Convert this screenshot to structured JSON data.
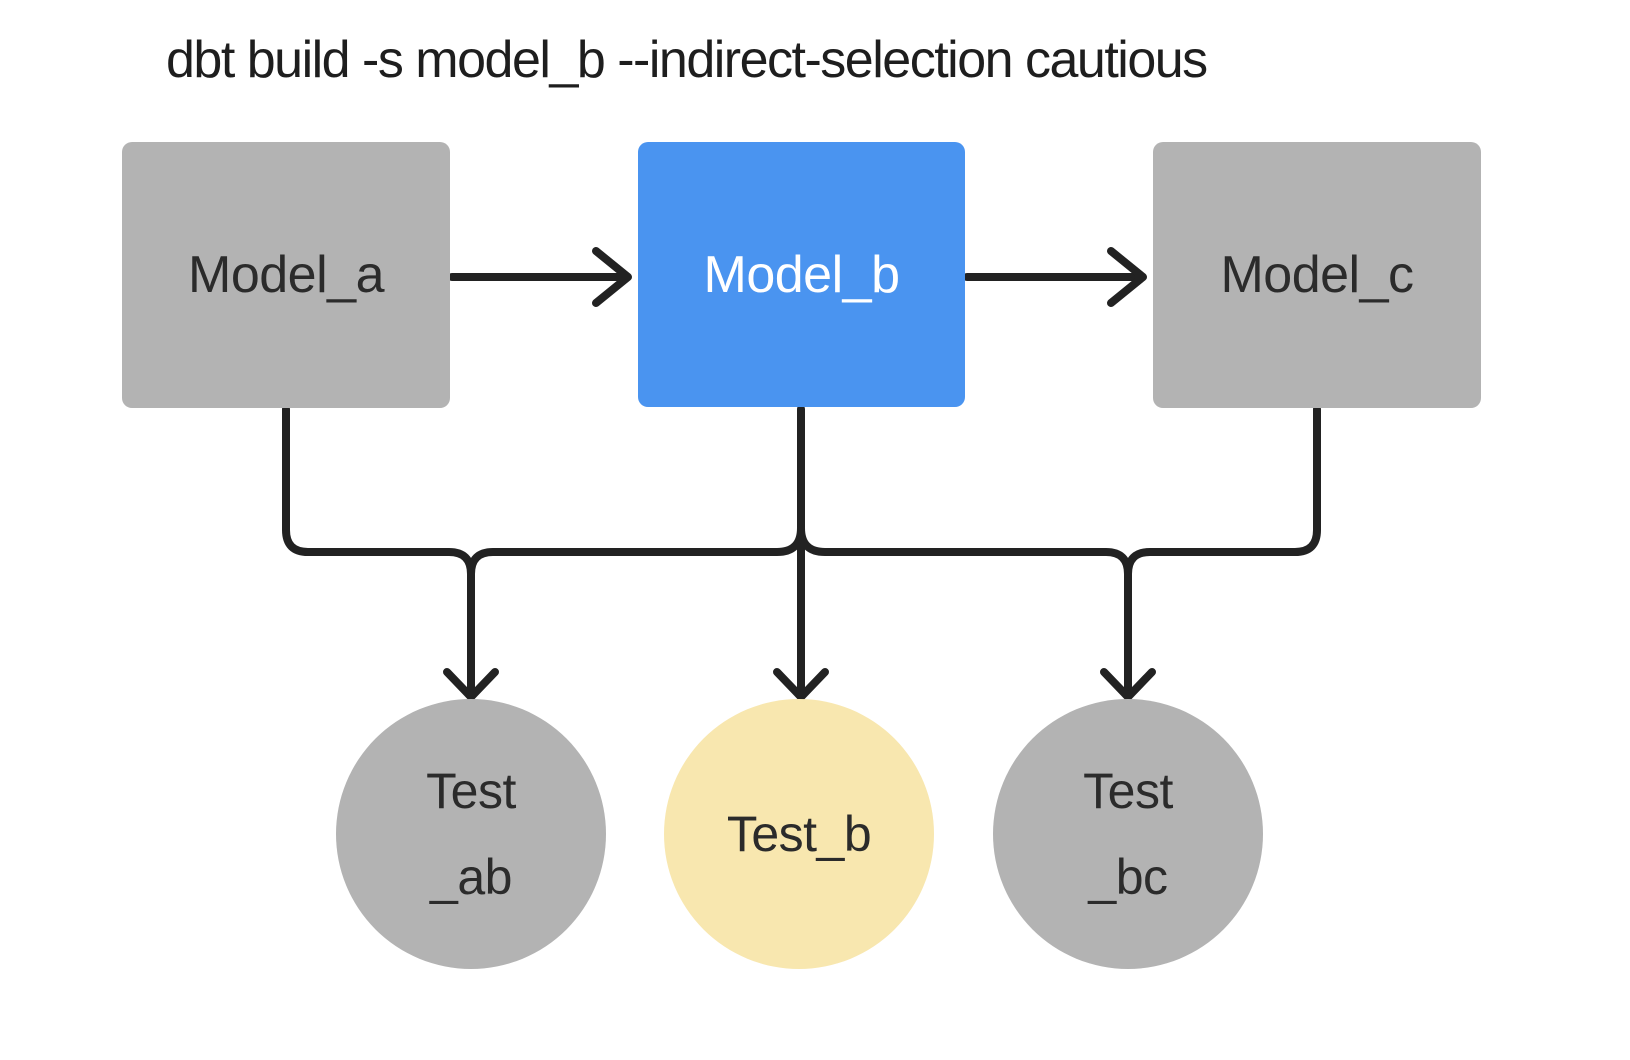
{
  "title": "dbt build -s model_b --indirect-selection cautious",
  "colors": {
    "background": "#ffffff",
    "edge": "#222222",
    "model_default_fill": "#b3b3b3",
    "model_selected_fill": "#4a94f0",
    "test_default_fill": "#b3b3b3",
    "test_selected_fill": "#f8e7af",
    "label_dark": "#2b2b2b",
    "label_light": "#ffffff",
    "title_color": "#1e1e1e"
  },
  "nodes": {
    "model_a": {
      "label": "Model_a",
      "shape": "rect",
      "fill": "#b3b3b3",
      "text_color": "#2b2b2b"
    },
    "model_b": {
      "label": "Model_b",
      "shape": "rect",
      "fill": "#4a94f0",
      "text_color": "#ffffff"
    },
    "model_c": {
      "label": "Model_c",
      "shape": "rect",
      "fill": "#b3b3b3",
      "text_color": "#2b2b2b"
    },
    "test_ab": {
      "lines": [
        "Test",
        "_ab"
      ],
      "shape": "circle",
      "fill": "#b3b3b3",
      "text_color": "#2b2b2b"
    },
    "test_b": {
      "lines": [
        "Test_b"
      ],
      "shape": "circle",
      "fill": "#f8e7af",
      "text_color": "#2b2b2b"
    },
    "test_bc": {
      "lines": [
        "Test",
        "_bc"
      ],
      "shape": "circle",
      "fill": "#b3b3b3",
      "text_color": "#2b2b2b"
    }
  },
  "edges": [
    {
      "from": "model_a",
      "to": "model_b"
    },
    {
      "from": "model_b",
      "to": "model_c"
    },
    {
      "from": "model_a",
      "to": "test_ab"
    },
    {
      "from": "model_b",
      "to": "test_ab"
    },
    {
      "from": "model_b",
      "to": "test_b"
    },
    {
      "from": "model_b",
      "to": "test_bc"
    },
    {
      "from": "model_c",
      "to": "test_bc"
    }
  ]
}
